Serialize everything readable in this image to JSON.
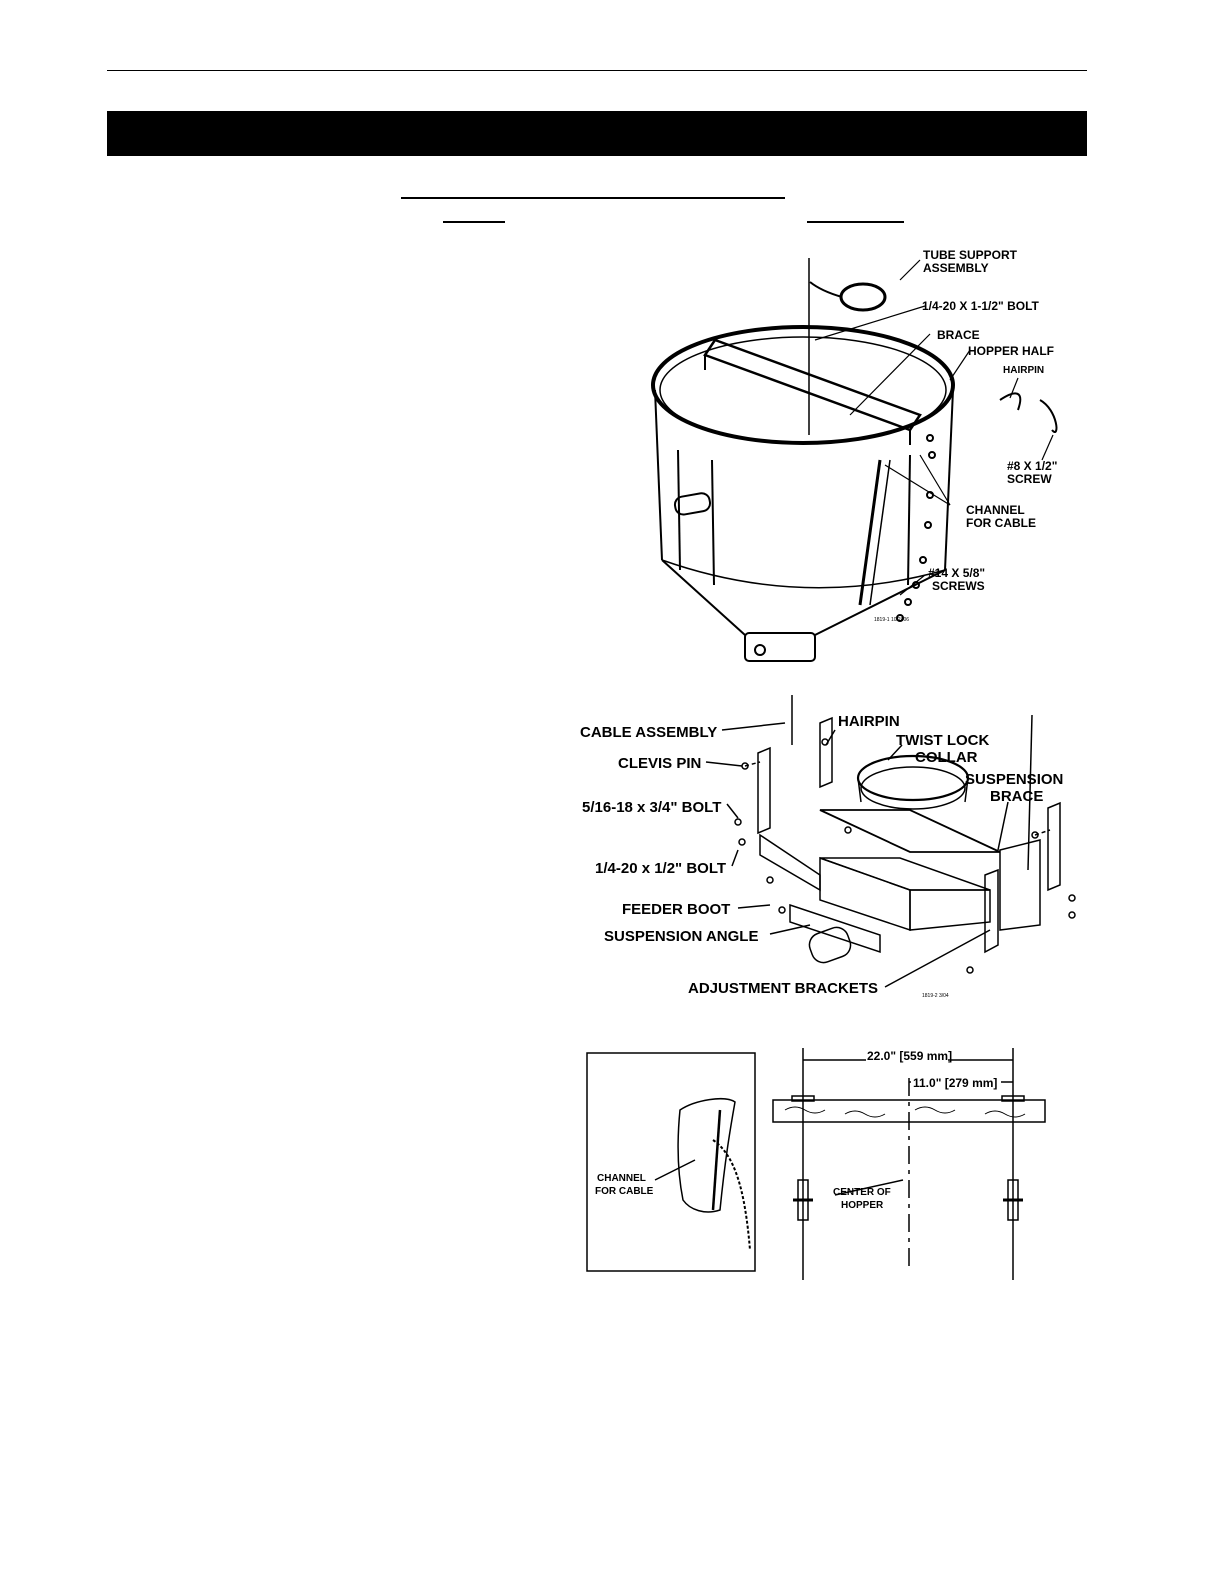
{
  "figure1": {
    "labels": {
      "tube_support": [
        "TUBE SUPPORT",
        "ASSEMBLY"
      ],
      "bolt": "1/4-20 X 1-1/2\" BOLT",
      "brace": "BRACE",
      "hopper_half": "HOPPER HALF",
      "hairpin": "HAIRPIN",
      "screw8": [
        "#8 X 1/2\"",
        "SCREW"
      ],
      "channel": [
        "CHANNEL",
        "FOR CABLE"
      ],
      "screws14": [
        "#14 X 5/8\"",
        "SCREWS"
      ],
      "code": "1819-1 10/2006"
    }
  },
  "figure2": {
    "labels": {
      "cable_assembly": "CABLE ASSEMBLY",
      "clevis_pin": "CLEVIS PIN",
      "bolt_516": "5/16-18 x 3/4\" BOLT",
      "bolt_14": "1/4-20 x 1/2\" BOLT",
      "feeder_boot": "FEEDER BOOT",
      "suspension_angle": "SUSPENSION ANGLE",
      "adjustment_brackets": "ADJUSTMENT BRACKETS",
      "hairpin": "HAIRPIN",
      "twist_lock": [
        "TWIST LOCK",
        "COLLAR"
      ],
      "suspension_brace": [
        "SUSPENSION",
        "BRACE"
      ],
      "code": "1819-2 3/04"
    }
  },
  "figure3": {
    "labels": {
      "channel": [
        "CHANNEL",
        "FOR CABLE"
      ],
      "dim_22": "22.0\" [559 mm]",
      "dim_11": "11.0\" [279 mm]",
      "center": [
        "CENTER OF",
        "HOPPER"
      ]
    }
  }
}
